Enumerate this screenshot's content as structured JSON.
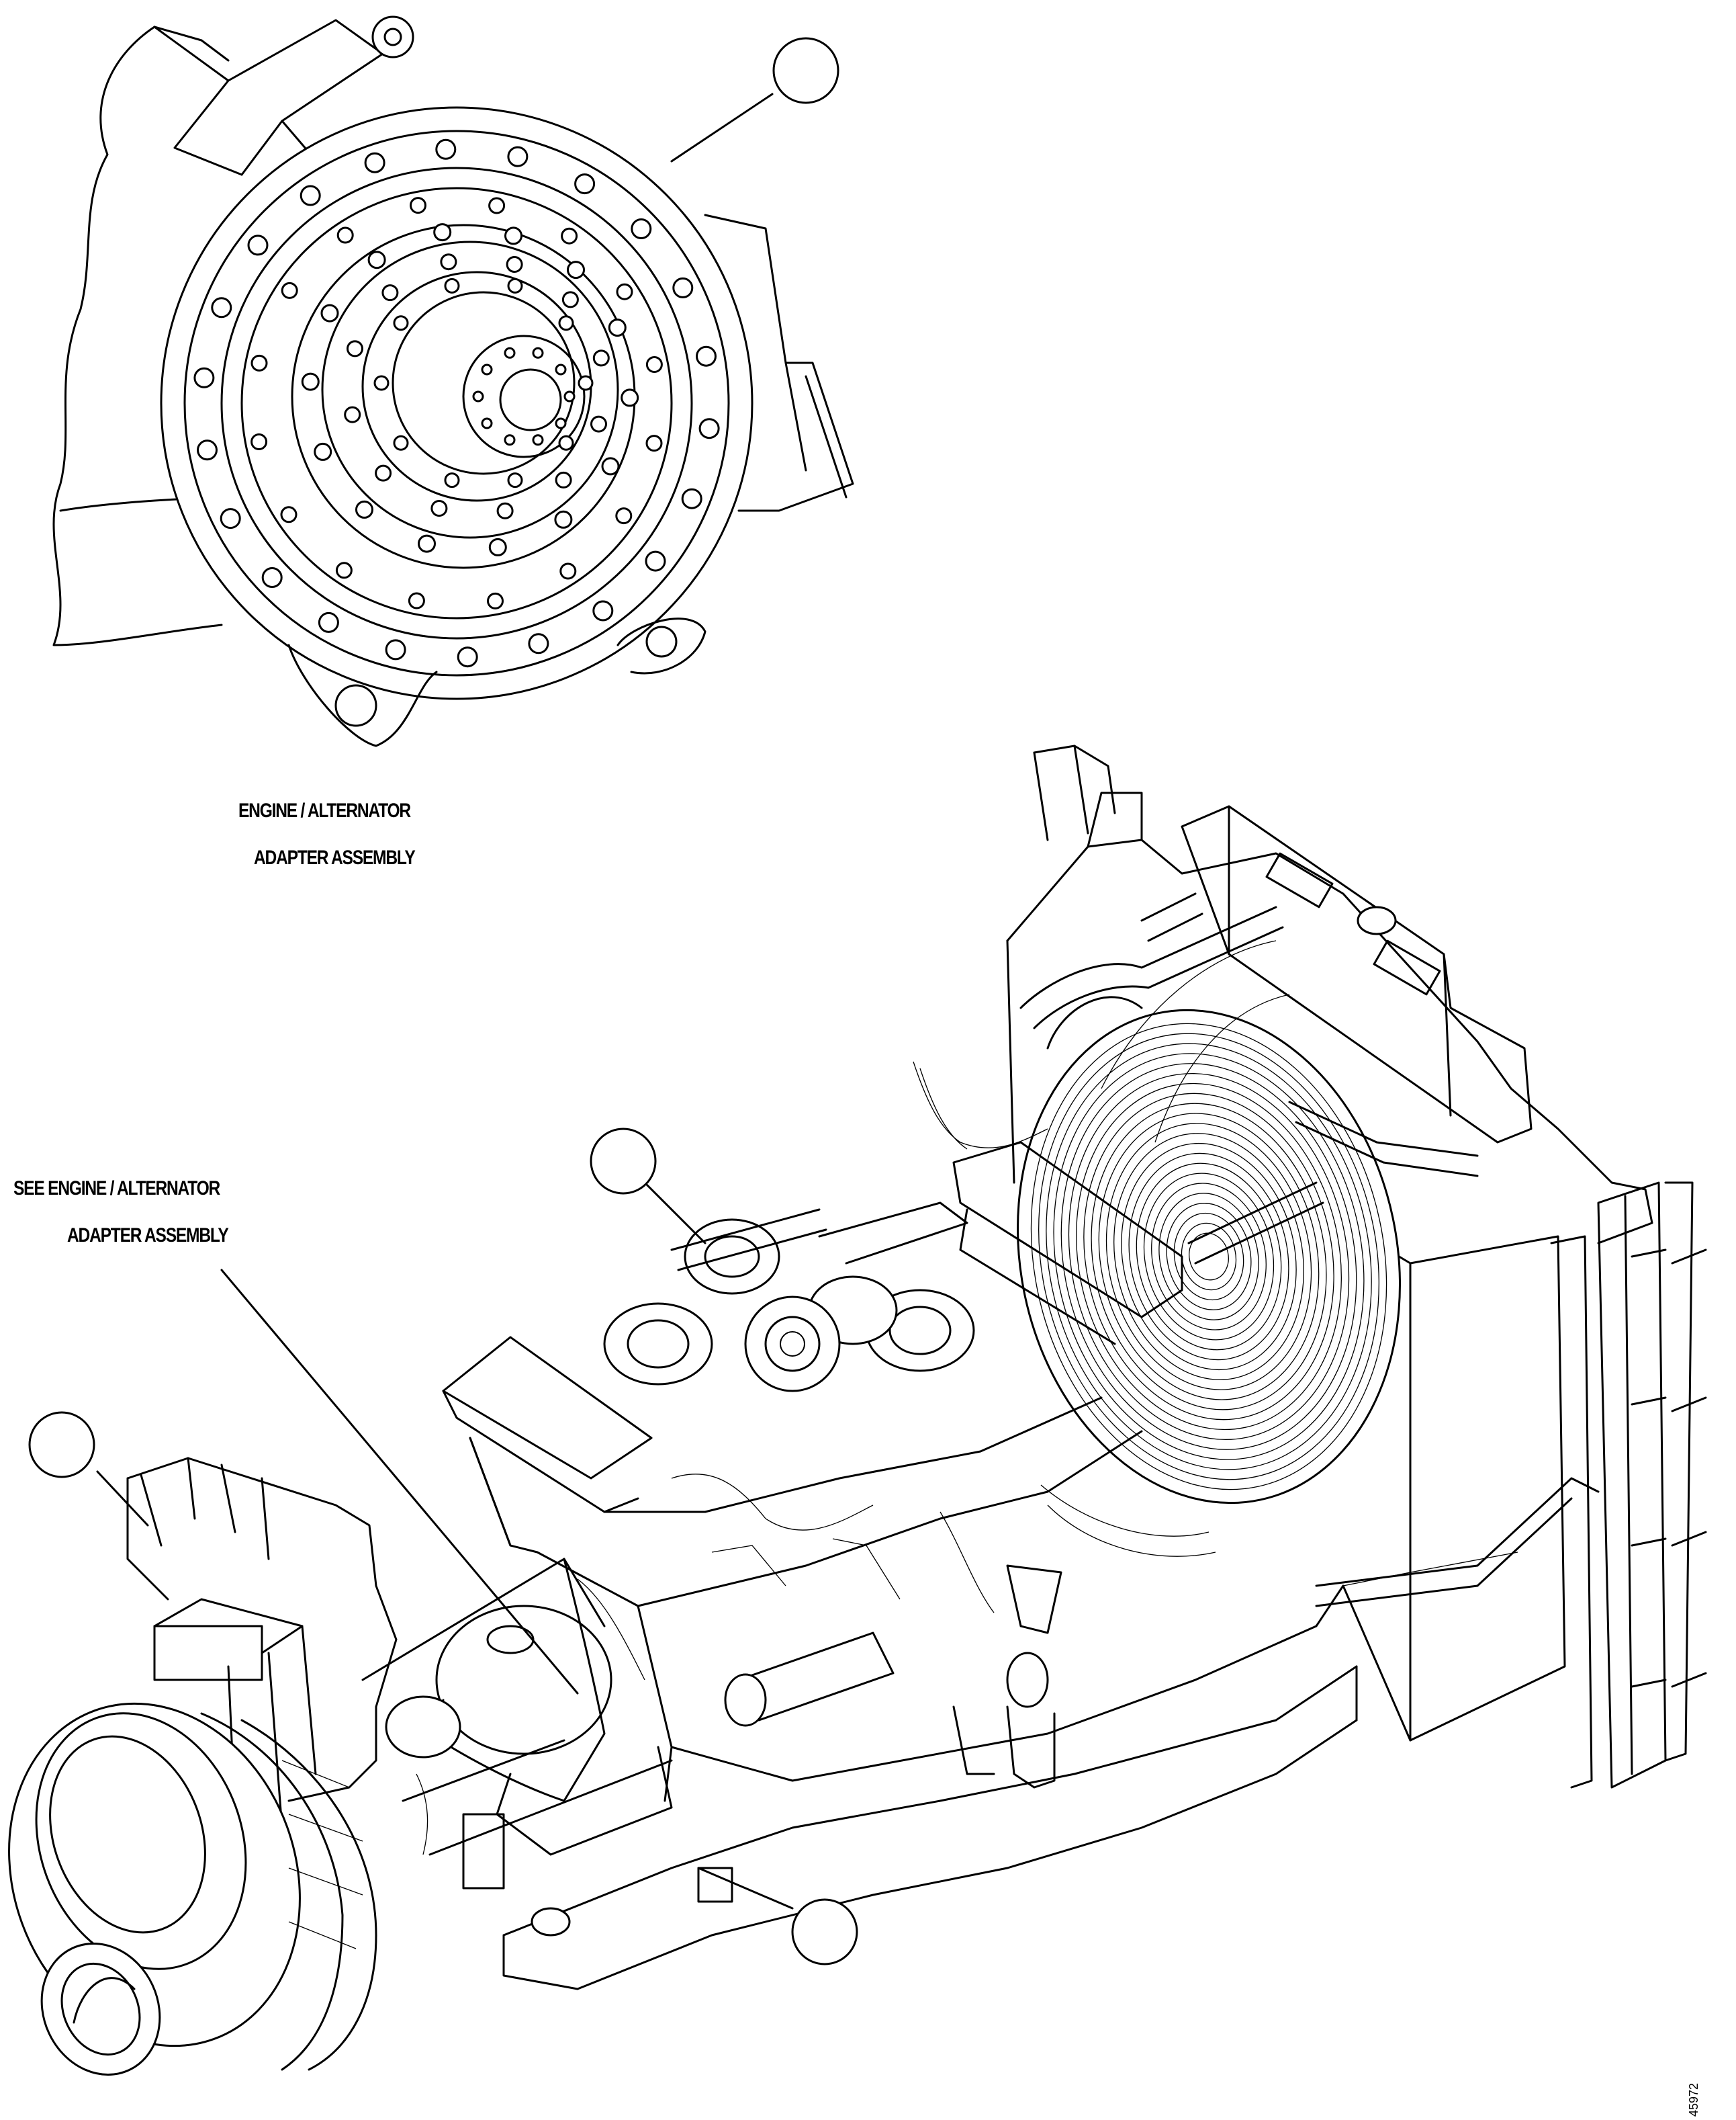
{
  "labels": {
    "adapter_title_line1": "ENGINE / ALTERNATOR",
    "adapter_title_line2": "ADAPTER ASSEMBLY",
    "see_adapter_line1": "SEE ENGINE / ALTERNATOR",
    "see_adapter_line2": "ADAPTER ASSEMBLY",
    "figure_id": "45972"
  },
  "callouts": [
    {
      "name": "callout-adapter",
      "number": ""
    },
    {
      "name": "callout-engine",
      "number": ""
    },
    {
      "name": "callout-alternator",
      "number": ""
    },
    {
      "name": "callout-base-frame",
      "number": ""
    }
  ],
  "colors": {
    "line": "#000000",
    "background": "#ffffff"
  }
}
